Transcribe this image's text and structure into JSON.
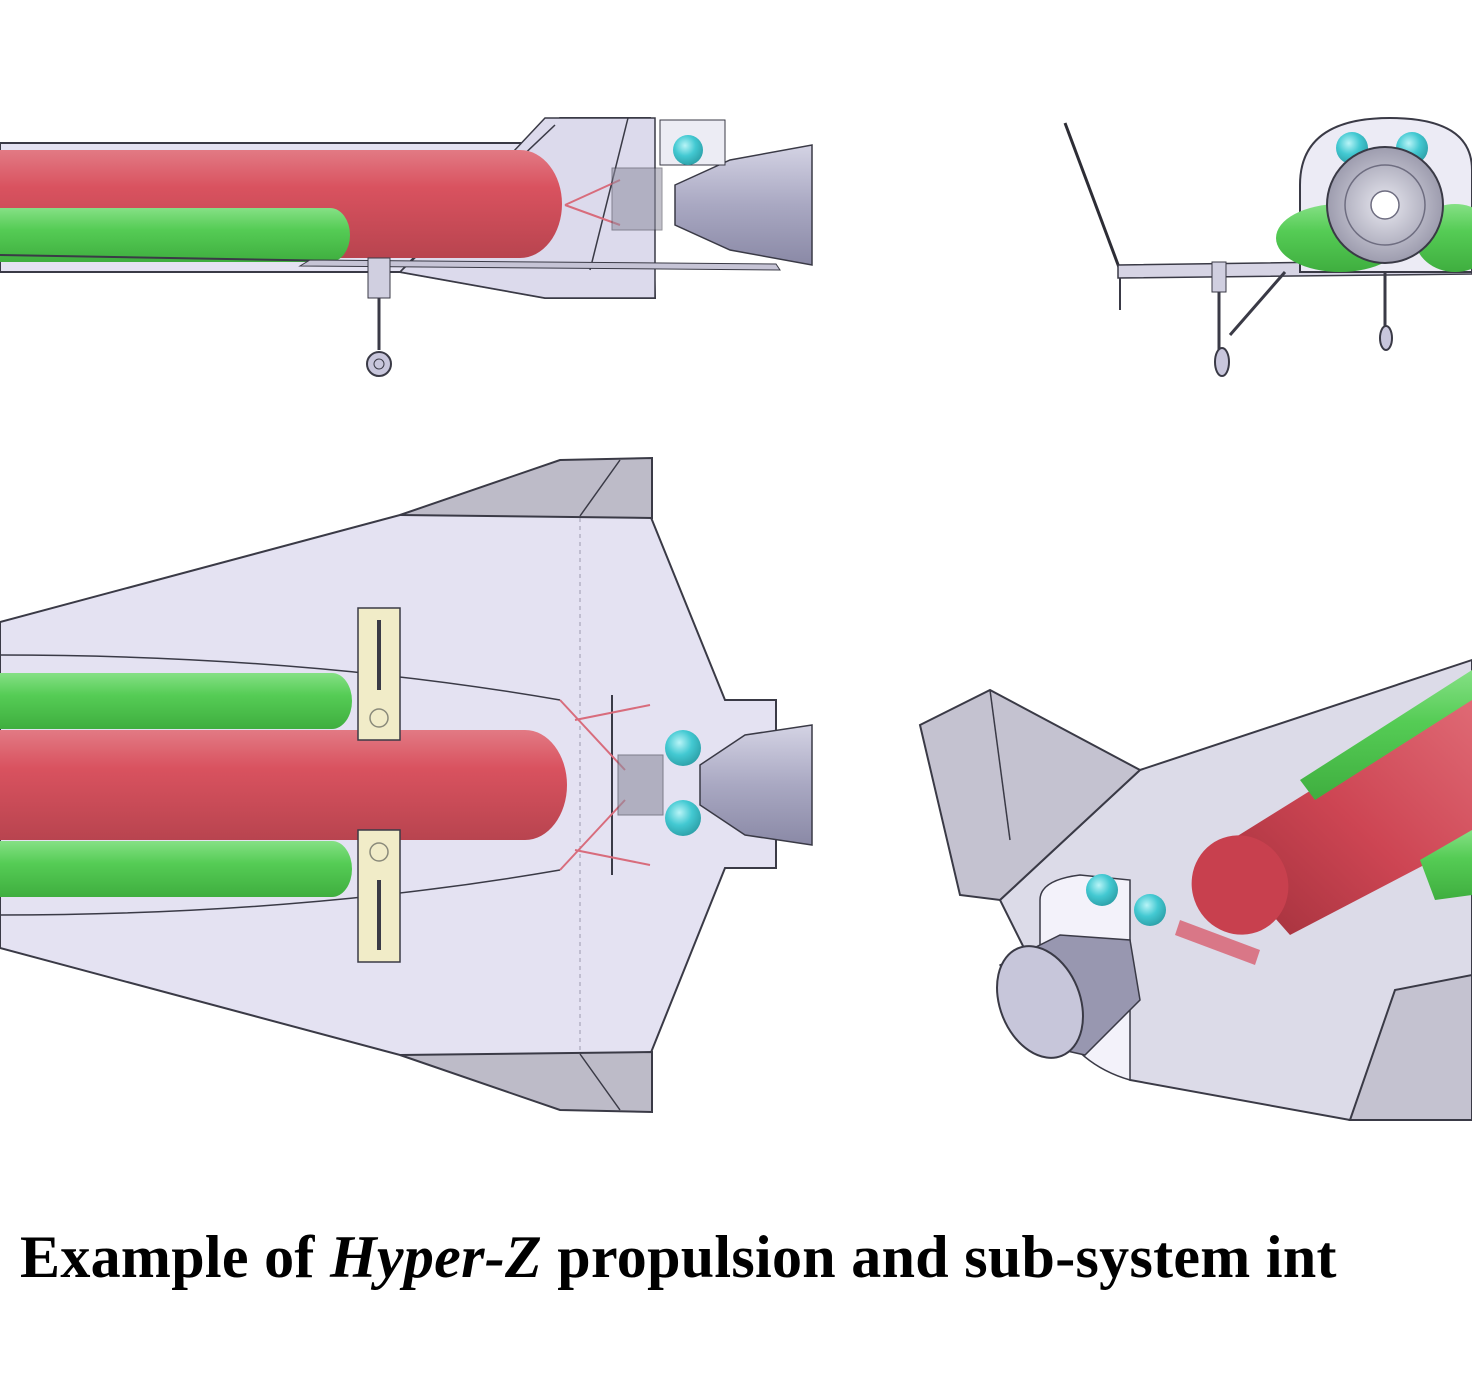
{
  "caption": {
    "prefix": "Example of ",
    "vehicle_name": "Hyper-Z",
    "suffix": " propulsion and sub-system int"
  },
  "views": [
    {
      "name": "side-view"
    },
    {
      "name": "front-view"
    },
    {
      "name": "top-view"
    },
    {
      "name": "isometric-view"
    }
  ],
  "colors": {
    "background": "#ffffff",
    "airframe_fill": "#e4e2f2",
    "airframe_stroke": "#3a3a46",
    "fin_fill": "#b9b7c3",
    "oxidizer_tank": "#d9525f",
    "fuel_tank": "#55cc55",
    "nozzle": "#a9a8c2",
    "pressurant_sphere": "#43c9d2",
    "landing_gear_box": "#f1ecc8",
    "feed_lines": "#d86c7c",
    "caption_text": "#000000"
  },
  "legend": []
}
